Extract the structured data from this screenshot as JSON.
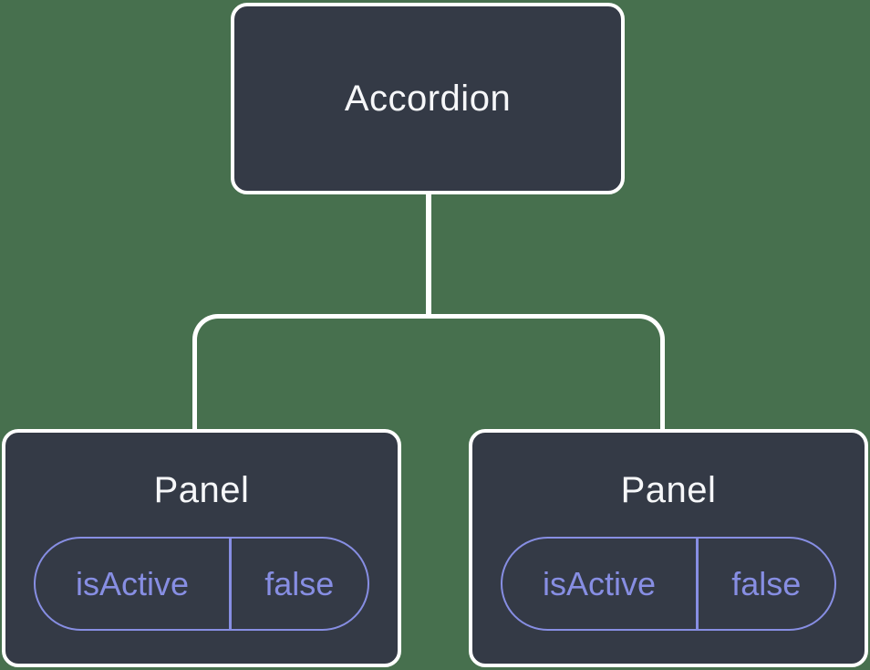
{
  "diagram": {
    "root": {
      "label": "Accordion"
    },
    "panels": [
      {
        "label": "Panel",
        "state": {
          "key": "isActive",
          "value": "false"
        }
      },
      {
        "label": "Panel",
        "state": {
          "key": "isActive",
          "value": "false"
        }
      }
    ],
    "colors": {
      "background": "#47704E",
      "node_fill": "#343A46",
      "node_border": "#FFFFFF",
      "node_text": "#F6F7F9",
      "connector": "#FFFFFF",
      "state_accent": "#878EE3"
    }
  }
}
